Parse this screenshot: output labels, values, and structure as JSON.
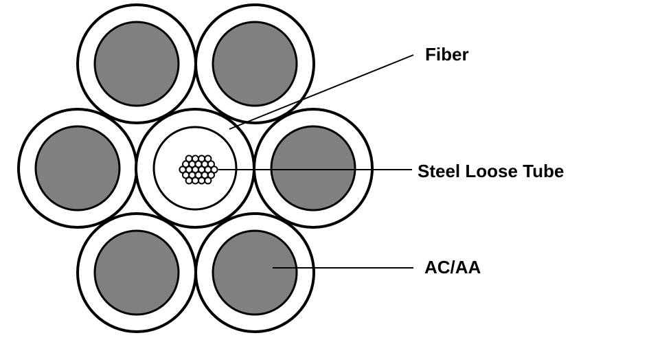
{
  "labels": {
    "fiber": "Fiber",
    "steel_loose_tube": "Steel Loose Tube",
    "conductor": "AC/AA"
  },
  "colors": {
    "background": "#ffffff",
    "outline": "#000000",
    "conductor_fill": "#808080",
    "insulation_fill": "#ffffff"
  },
  "structure": {
    "outer_wire_count": 6,
    "center_element": "steel loose tube with fiber bundle"
  }
}
